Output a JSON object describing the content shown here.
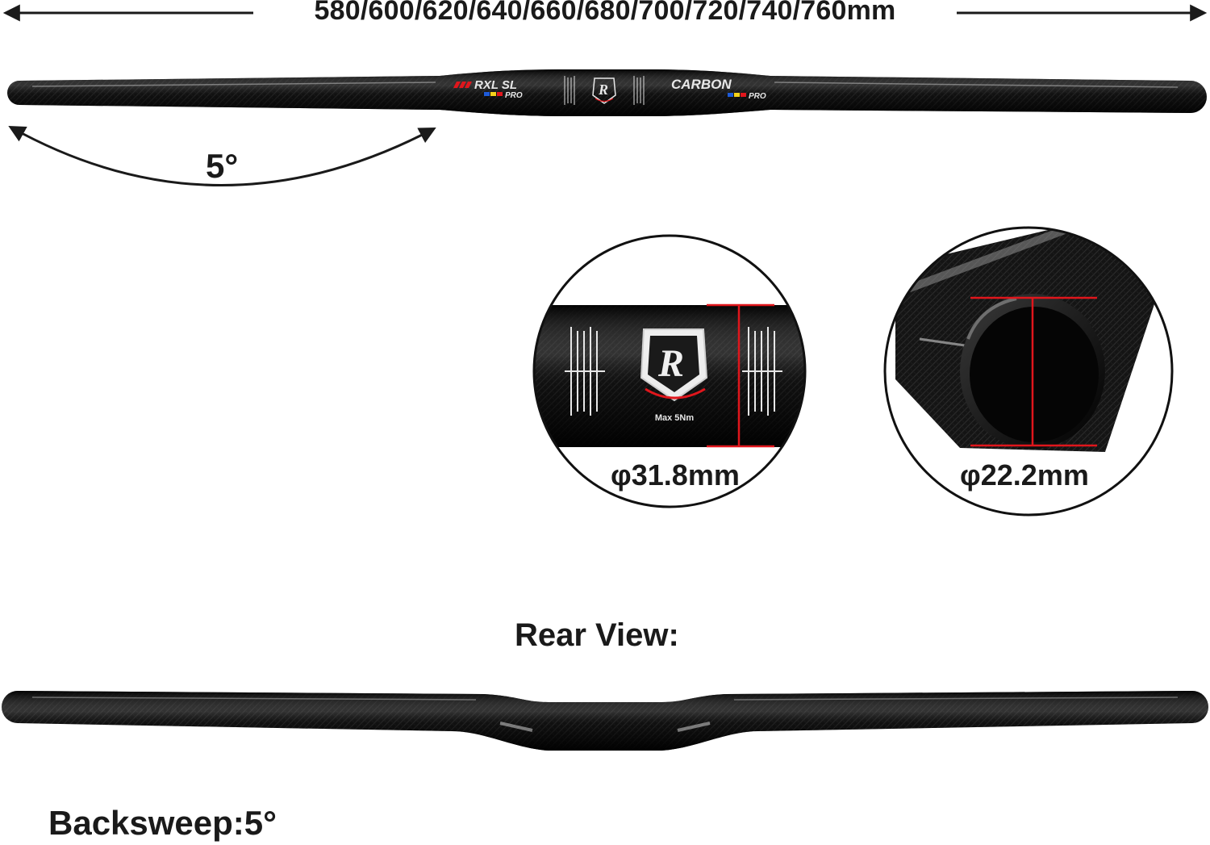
{
  "labels": {
    "widths": "580/600/620/640/660/680/700/720/740/760mm",
    "angle": "5°",
    "clamp_diameter": "φ31.8mm",
    "end_diameter": "φ22.2mm",
    "rear_view": "Rear View:",
    "backsweep": "Backsweep:5°"
  },
  "bar_print": {
    "model": "RXL SL",
    "model_sub": "PRO",
    "material": "CARBON",
    "material_sub": "PRO",
    "torque": "Max 5Nm",
    "logo_letter": "R"
  },
  "colors": {
    "carbon": "#101010",
    "measure_red": "#e0161c",
    "text": "#1a1a1a"
  }
}
